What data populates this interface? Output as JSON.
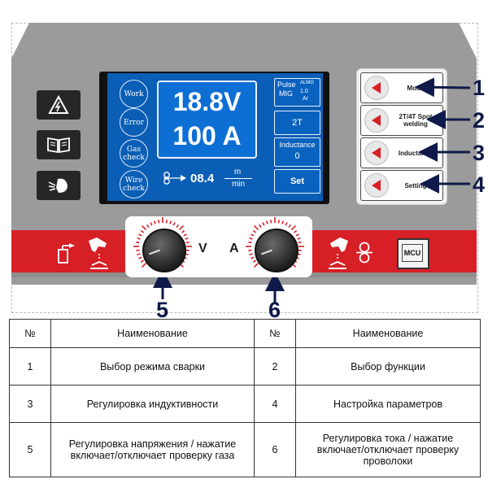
{
  "panel": {
    "side_icons": [
      "warning-electric-icon",
      "manual-book-icon",
      "protective-gear-icon"
    ],
    "lcd": {
      "circles": [
        "Work",
        "Error",
        "Gas check",
        "Wire check"
      ],
      "voltage": "18.8V",
      "current": "100 A",
      "wire_speed": "08.4",
      "wire_unit_top": "m",
      "wire_unit_bottom": "min",
      "mode_pulse": "Pulse",
      "mode_mig": "MIG",
      "mode_alm": "ALMG",
      "mode_val": "1.0",
      "mode_gas": "Ar",
      "mode_2t": "2T",
      "inductance_label": "Inductance",
      "inductance_value": "0",
      "set_label": "Set"
    },
    "buttons": [
      {
        "label": "Mode",
        "number": "1"
      },
      {
        "label": "2T/4T Spot welding",
        "number": "2"
      },
      {
        "label": "Inductance",
        "number": "3"
      },
      {
        "label": "Setting",
        "number": "4"
      }
    ],
    "knobs": [
      {
        "letter": "V",
        "number": "5"
      },
      {
        "letter": "A",
        "number": "6"
      }
    ],
    "mcu_label": "MCU",
    "accent_red": "#d71f26",
    "lcd_blue": "#0b5eb5",
    "callout_blue": "#0f1a4a"
  },
  "legend": {
    "headers": [
      "№",
      "Наименование",
      "№",
      "Наименование"
    ],
    "rows": [
      [
        "1",
        "Выбор режима сварки",
        "2",
        "Выбор функции"
      ],
      [
        "3",
        "Регулировка индуктивности",
        "4",
        "Настройка параметров"
      ],
      [
        "5",
        "Регулировка напряжения / нажатие включает/отключает проверку газа",
        "6",
        "Регулировка тока / нажатие включает/отключает проверку проволоки"
      ]
    ]
  }
}
